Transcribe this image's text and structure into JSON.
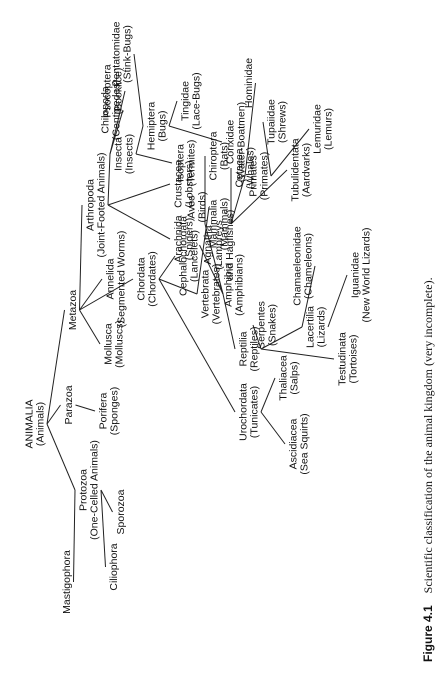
{
  "taxa": {
    "animalia": [
      "ANIMALIA",
      "(Animals)"
    ],
    "protozoa": [
      "Protozoa",
      "(One-Celled Animals)"
    ],
    "parazoa": [
      "Parazoa"
    ],
    "metazoa": [
      "Metazoa"
    ],
    "mastigophora": [
      "Mastigophora"
    ],
    "ciliophora": [
      "Ciliophora"
    ],
    "sporozoa": [
      "Sporozoa"
    ],
    "porifera": [
      "Porifera",
      "(Sponges)"
    ],
    "mollusca": [
      "Mollusca",
      "(Molluscs)"
    ],
    "annelida": [
      "Annelida",
      "(Segmented Worms)"
    ],
    "arthropoda": [
      "Arthropoda",
      "(Joint-Footed Animals)"
    ],
    "chordata": [
      "Chordata",
      "(Chordates)"
    ],
    "arachnida": [
      "Arachnida",
      "(Spiders)"
    ],
    "crustacea": [
      "Crustacea",
      "(Lobsters)"
    ],
    "insecta": [
      "Insecta",
      "(Insects)"
    ],
    "chilopoda": [
      "Chilopoda",
      "(Centipedes)"
    ],
    "isoptera": [
      "Isoptera",
      "(Termites)"
    ],
    "hemiptera": [
      "Hemiptera",
      "(Bugs)"
    ],
    "psocoptera": [
      "Psocoptera",
      "(Booklice)"
    ],
    "corixidae": [
      "Corixidae",
      "(Water-Boatmen)"
    ],
    "tingidae": [
      "Tingidae",
      "(Lace-Bugs)"
    ],
    "pentatomidae": [
      "Pentatomidae",
      "(Stink-Bugs)"
    ],
    "cephalochordata": [
      "Cephalochordata",
      "(Lancelets)"
    ],
    "urochordata": [
      "Urochordata",
      "(Tunicates)"
    ],
    "vertebrata": [
      "Vertebrata",
      "(Vertebrates)"
    ],
    "ascidiacea": [
      "Ascidiacea",
      "(Sea Squirts)"
    ],
    "thaliacea": [
      "Thaliacea",
      "(Salps)"
    ],
    "reptilia": [
      "Reptilia",
      "(Reptiles)"
    ],
    "amphibia": [
      "Amphibia",
      "(Amphibians)"
    ],
    "agnatha": [
      "Agnatha",
      "(Lampreys",
      "and Hagfishes)"
    ],
    "mammalia": [
      "Mammalia",
      "(Mammals)"
    ],
    "aves": [
      "Aves",
      "(Birds)"
    ],
    "testudinata": [
      "Testudinata",
      "(Tortoises)"
    ],
    "lacertilia": [
      "Lacertilia",
      "(Lizards)"
    ],
    "serpentes": [
      "Serpentes",
      "(Snakes)"
    ],
    "iguanidae": [
      "Iguanidae",
      "(New World Lizards)"
    ],
    "chamaeleonidae": [
      "Chamaeleonidae",
      "(Chameleons)"
    ],
    "cetacea": [
      "Cetacea",
      "(Whales)"
    ],
    "tubulidentata": [
      "Tubulidentata",
      "(Aardvarks)"
    ],
    "primates": [
      "Primates",
      "(Primates)"
    ],
    "chiroptera": [
      "Chiroptera",
      "(Bats)"
    ],
    "lemuridae": [
      "Lemuridae",
      "(Lemurs)"
    ],
    "tupaiidae": [
      "Tupaiidae",
      "(Shrews)"
    ],
    "hominidae": [
      "Hominidae"
    ]
  },
  "edges": [
    [
      "animalia",
      "protozoa"
    ],
    [
      "animalia",
      "parazoa"
    ],
    [
      "animalia",
      "metazoa"
    ],
    [
      "protozoa",
      "mastigophora"
    ],
    [
      "protozoa",
      "ciliophora"
    ],
    [
      "protozoa",
      "sporozoa"
    ],
    [
      "parazoa",
      "porifera"
    ],
    [
      "metazoa",
      "mollusca"
    ],
    [
      "metazoa",
      "annelida"
    ],
    [
      "metazoa",
      "arthropoda"
    ],
    [
      "metazoa",
      "chordata"
    ],
    [
      "arthropoda",
      "arachnida"
    ],
    [
      "arthropoda",
      "crustacea"
    ],
    [
      "arthropoda",
      "insecta"
    ],
    [
      "insecta",
      "chilopoda"
    ],
    [
      "insecta",
      "isoptera"
    ],
    [
      "insecta",
      "hemiptera"
    ],
    [
      "insecta",
      "psocoptera"
    ],
    [
      "hemiptera",
      "corixidae"
    ],
    [
      "hemiptera",
      "tingidae"
    ],
    [
      "hemiptera",
      "pentatomidae"
    ],
    [
      "chordata",
      "cephalochordata"
    ],
    [
      "chordata",
      "urochordata"
    ],
    [
      "chordata",
      "vertebrata"
    ],
    [
      "urochordata",
      "ascidiacea"
    ],
    [
      "urochordata",
      "thaliacea"
    ],
    [
      "vertebrata",
      "reptilia"
    ],
    [
      "vertebrata",
      "amphibia"
    ],
    [
      "vertebrata",
      "agnatha"
    ],
    [
      "vertebrata",
      "mammalia"
    ],
    [
      "vertebrata",
      "aves"
    ],
    [
      "reptilia",
      "testudinata"
    ],
    [
      "reptilia",
      "lacertilia"
    ],
    [
      "reptilia",
      "serpentes"
    ],
    [
      "lacertilia",
      "iguanidae"
    ],
    [
      "lacertilia",
      "chamaeleonidae"
    ],
    [
      "mammalia",
      "cetacea"
    ],
    [
      "mammalia",
      "tubulidentata"
    ],
    [
      "mammalia",
      "primates"
    ],
    [
      "mammalia",
      "chiroptera"
    ],
    [
      "primates",
      "lemuridae"
    ],
    [
      "primates",
      "tupaiidae"
    ],
    [
      "primates",
      "hominidae"
    ]
  ],
  "caption": {
    "label": "Figure 4.1",
    "text": "Scientific classification of the animal kingdom (very incomplete)."
  }
}
